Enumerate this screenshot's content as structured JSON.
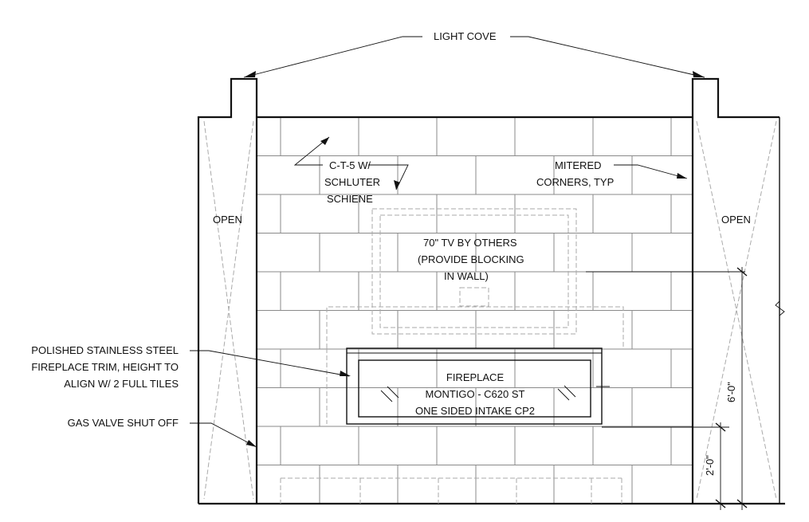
{
  "labels": {
    "light_cove": "LIGHT COVE",
    "ct5_1": "C-T-5 W/",
    "ct5_2": "SCHLUTER",
    "ct5_3": "SCHIENE",
    "mitered_1": "MITERED",
    "mitered_2": "CORNERS, TYP",
    "open_left": "OPEN",
    "open_right": "OPEN",
    "tv_1": "70\" TV BY OTHERS",
    "tv_2": "(PROVIDE BLOCKING",
    "tv_3": "IN WALL)",
    "trim_1": "POLISHED STAINLESS STEEL",
    "trim_2": "FIREPLACE TRIM, HEIGHT TO",
    "trim_3": "ALIGN W/ 2 FULL TILES",
    "gas": "GAS VALVE SHUT OFF",
    "fp_1": "FIREPLACE",
    "fp_2": "MONTIGO - C620 ST",
    "fp_3": "ONE SIDED INTAKE CP2",
    "dim_6": "6'-0\"",
    "dim_2": "2'-0\""
  }
}
